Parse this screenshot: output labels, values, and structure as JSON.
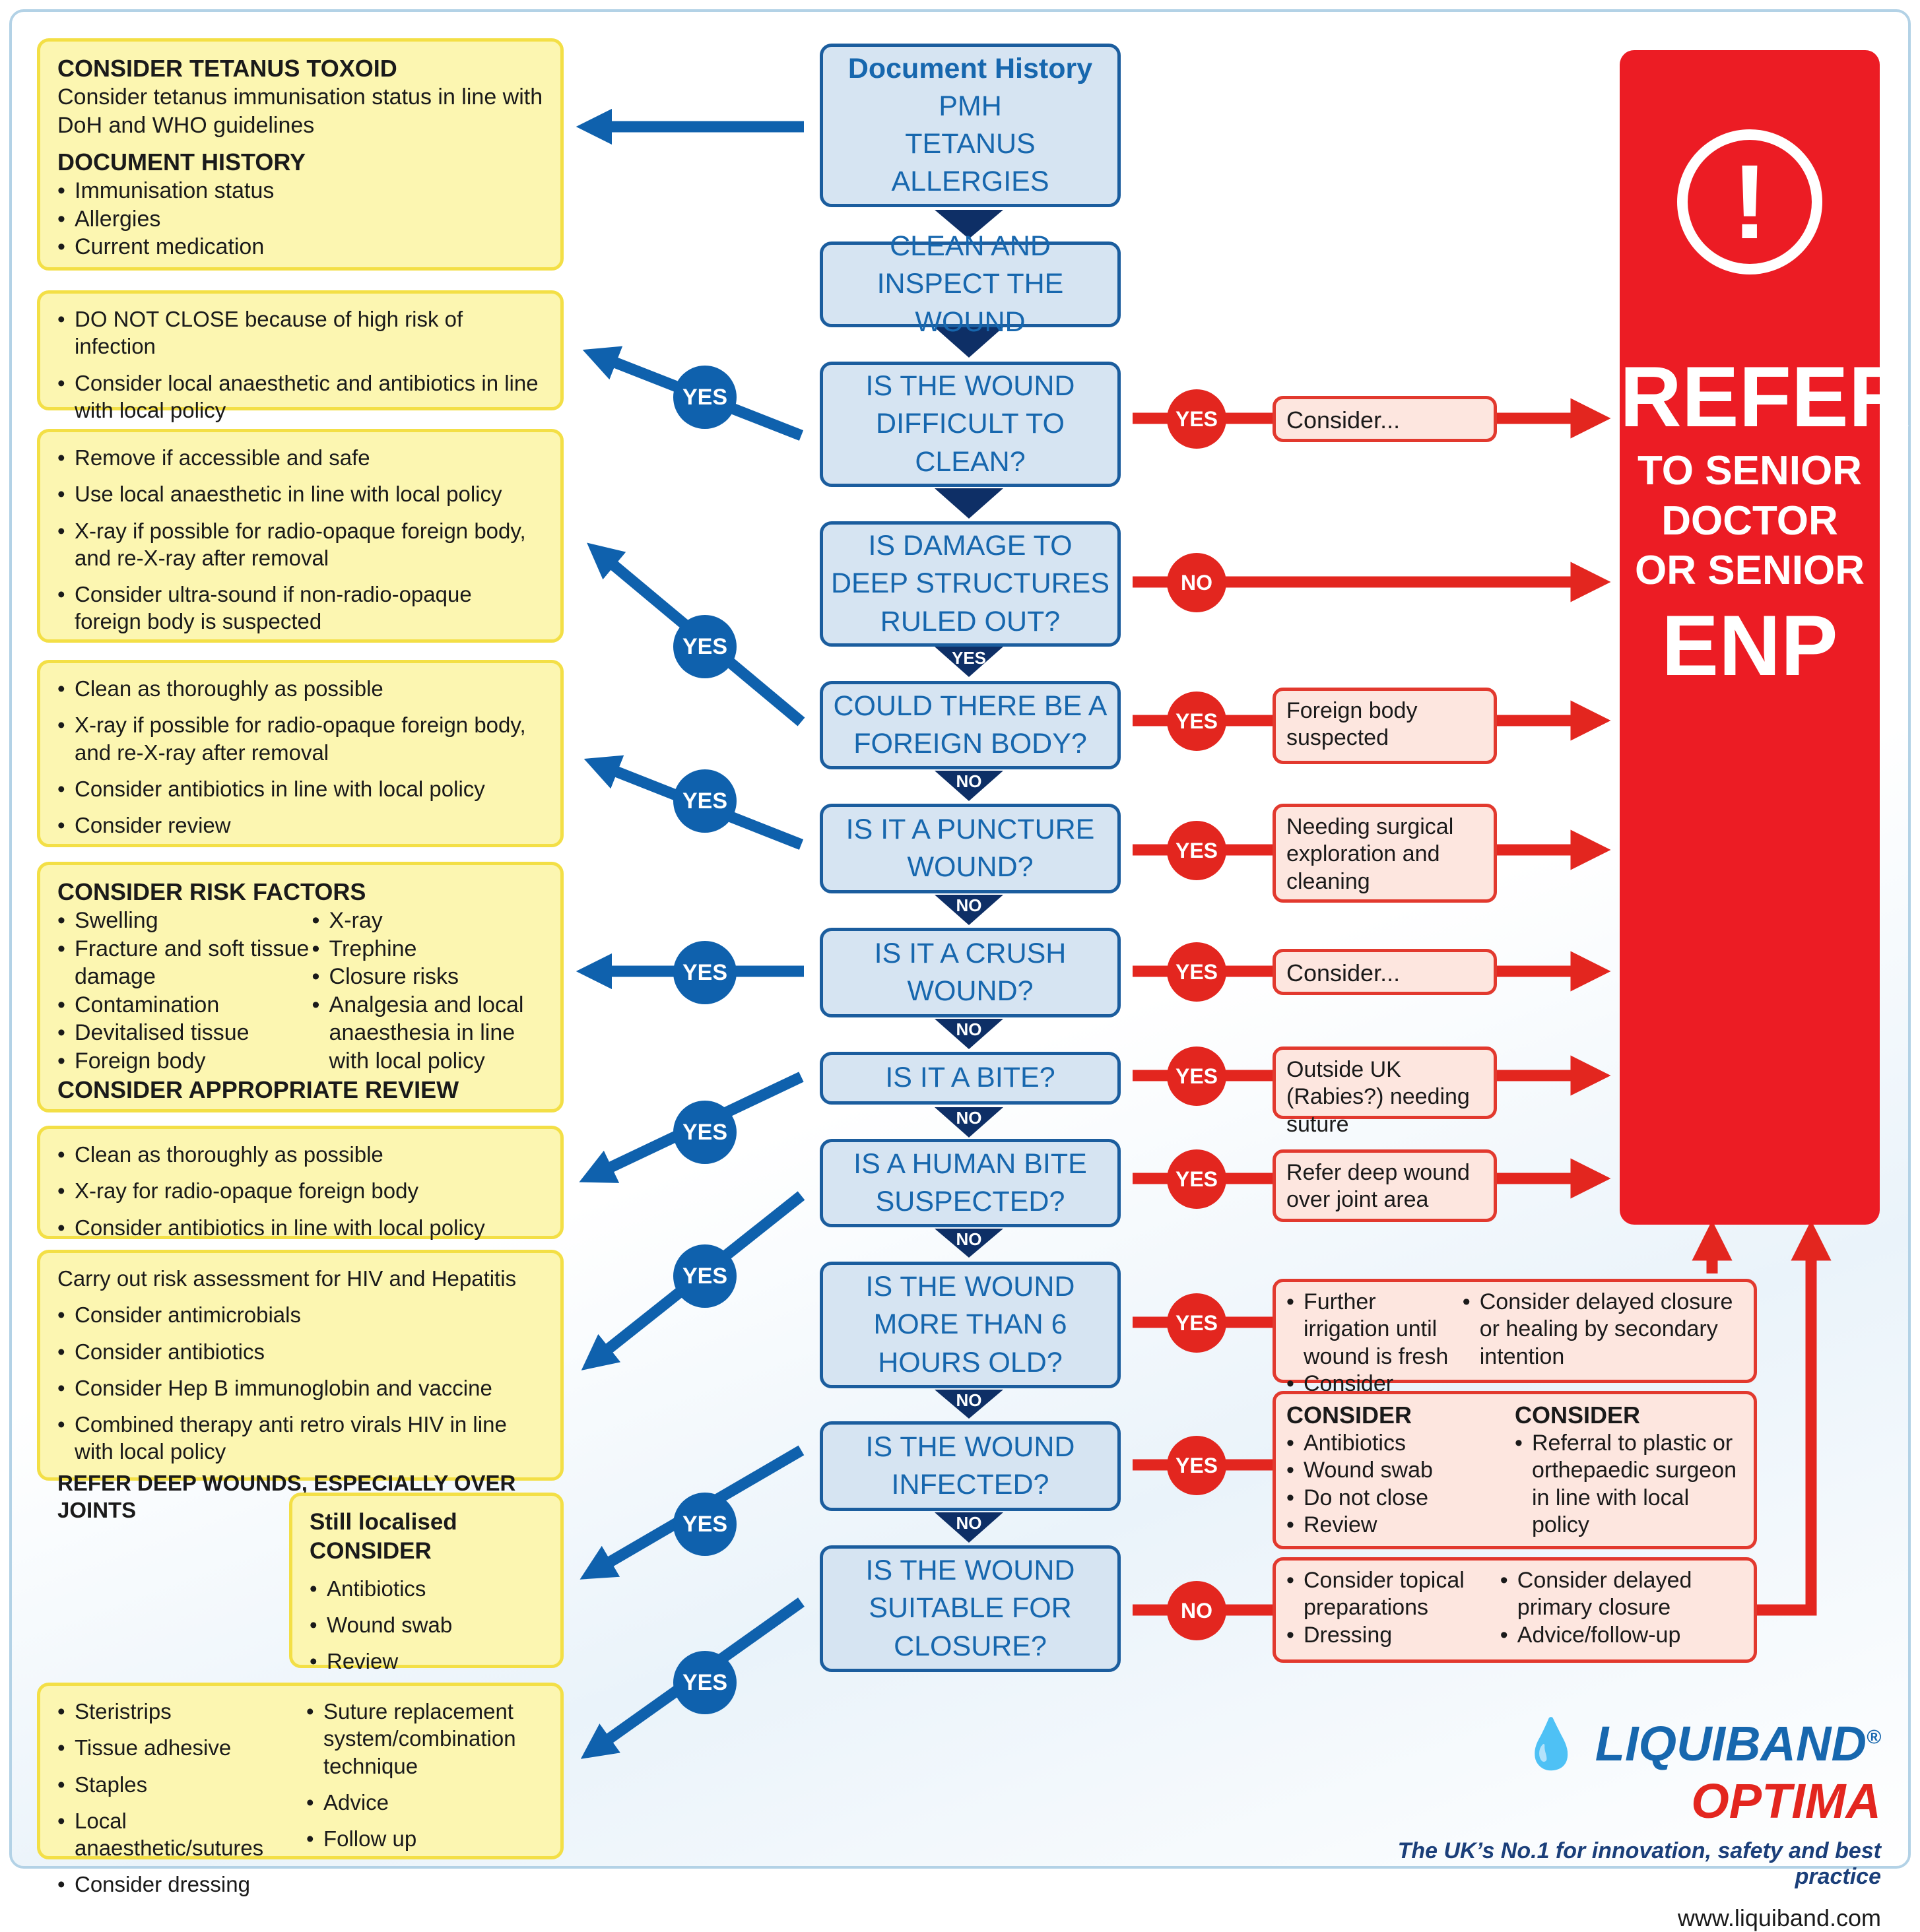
{
  "colors": {
    "blue": "#1767ae",
    "red": "#e3261f",
    "yellow": "#fcf6b1",
    "pink": "#fde6df"
  },
  "questions": {
    "q1": {
      "title": "Document History",
      "lines": [
        "PMH",
        "TETANUS",
        "ALLERGIES"
      ]
    },
    "q2": [
      "CLEAN AND",
      "INSPECT THE WOUND"
    ],
    "q3": [
      "IS THE WOUND",
      "DIFFICULT TO",
      "CLEAN?"
    ],
    "q4": [
      "IS DAMAGE TO",
      "DEEP STRUCTURES",
      "RULED OUT?"
    ],
    "q5": [
      "COULD THERE BE A",
      "FOREIGN BODY?"
    ],
    "q6": [
      "IS IT A PUNCTURE",
      "WOUND?"
    ],
    "q7": [
      "IS IT A CRUSH",
      "WOUND?"
    ],
    "q8": [
      "IS IT A BITE?"
    ],
    "q9": [
      "IS A HUMAN BITE",
      "SUSPECTED?"
    ],
    "q10": [
      "IS THE WOUND",
      "MORE THAN 6",
      "HOURS OLD?"
    ],
    "q11": [
      "IS THE WOUND",
      "INFECTED?"
    ],
    "q12": [
      "IS THE WOUND",
      "SUITABLE FOR",
      "CLOSURE?"
    ]
  },
  "connectors": {
    "c4": "YES",
    "c5": "NO",
    "c6": "NO",
    "c7": "NO",
    "c8": "NO",
    "c9": "NO",
    "c10": "NO",
    "c11": "NO"
  },
  "left_boxes": {
    "b1": {
      "h1": "CONSIDER TETANUS TOXOID",
      "p1": "Consider tetanus immunisation status in line with DoH and WHO guidelines",
      "h2": "DOCUMENT HISTORY",
      "items": [
        "Immunisation status",
        "Allergies",
        "Current medication"
      ]
    },
    "b2": {
      "items": [
        "DO NOT CLOSE because of high risk of infection",
        "Consider local anaesthetic and antibiotics in line with local policy"
      ]
    },
    "b3": {
      "items": [
        "Remove if accessible and safe",
        "Use local anaesthetic in line with local policy",
        "X-ray if possible for radio-opaque foreign body, and re-X-ray after removal",
        "Consider ultra-sound if non-radio-opaque foreign body is suspected"
      ]
    },
    "b4": {
      "items": [
        "Clean as thoroughly as possible",
        "X-ray if possible for radio-opaque foreign body, and re-X-ray after removal",
        "Consider antibiotics in line with local policy",
        "Consider review"
      ]
    },
    "b5": {
      "h1": "CONSIDER RISK FACTORS",
      "col1": [
        "Swelling",
        "Fracture and soft tissue damage",
        "Contamination",
        "Devitalised tissue",
        "Foreign body"
      ],
      "col2": [
        "X-ray",
        "Trephine",
        "Closure risks",
        "Analgesia and local anaesthesia in line with local policy"
      ],
      "h2": "CONSIDER APPROPRIATE REVIEW"
    },
    "b6": {
      "items": [
        "Clean as thoroughly as possible",
        "X-ray for radio-opaque foreign body",
        "Consider antibiotics in line with local policy"
      ]
    },
    "b7": {
      "p1": "Carry out risk assessment for HIV and Hepatitis",
      "items": [
        "Consider antimicrobials",
        "Consider antibiotics",
        "Consider Hep B immunoglobin and vaccine",
        "Combined therapy anti retro virals HIV in line with local policy"
      ],
      "h2": "REFER DEEP WOUNDS, ESPECIALLY OVER JOINTS"
    },
    "b8": {
      "h1": "Still localised",
      "h2": "CONSIDER",
      "items": [
        "Antibiotics",
        "Wound swab",
        "Review"
      ]
    },
    "b9": {
      "col1": [
        "Steristrips",
        "Tissue adhesive",
        "Staples",
        "Local anaesthetic/sutures",
        "Consider dressing"
      ],
      "col2": [
        "Suture replacement system/combination technique",
        "Advice",
        "Follow up"
      ]
    }
  },
  "left_badges": [
    "YES",
    "YES",
    "YES",
    "YES",
    "YES",
    "YES",
    "YES",
    "YES"
  ],
  "right_badges": [
    "YES",
    "NO",
    "YES",
    "YES",
    "YES",
    "YES",
    "YES",
    "YES",
    "YES",
    "NO"
  ],
  "right_boxes": {
    "r1": "Consider...",
    "r2": "Foreign body suspected",
    "r3": "Needing surgical exploration and cleaning",
    "r4": "Consider...",
    "r5": "Outside UK (Rabies?) needing suture",
    "r6": "Refer deep wound over joint area",
    "r7": {
      "col1": [
        "Further irrigation until wound is fresh",
        "Consider antibiotics"
      ],
      "col2": [
        "Consider delayed closure or healing by secondary intention"
      ]
    },
    "r8": {
      "h1": "CONSIDER",
      "col1": [
        "Antibiotics",
        "Wound swab",
        "Do not close",
        "Review"
      ],
      "h2": "CONSIDER",
      "col2": [
        "Referral to plastic or orthepaedic surgeon in line with local policy"
      ]
    },
    "r9": {
      "col1": [
        "Consider topical preparations",
        "Dressing"
      ],
      "col2": [
        "Consider delayed primary closure",
        "Advice/follow-up"
      ]
    }
  },
  "refer": {
    "icon": "!",
    "l1": "REFER",
    "l2": "TO SENIOR",
    "l3": "DOCTOR",
    "l4": "OR SENIOR",
    "l5": "ENP"
  },
  "logo": {
    "brand": "LIQUIBAND",
    "mark": "®",
    "brand2": "OPTIMA",
    "tagline": "The UK’s No.1 for innovation, safety and best practice",
    "url": "www.liquiband.com"
  }
}
